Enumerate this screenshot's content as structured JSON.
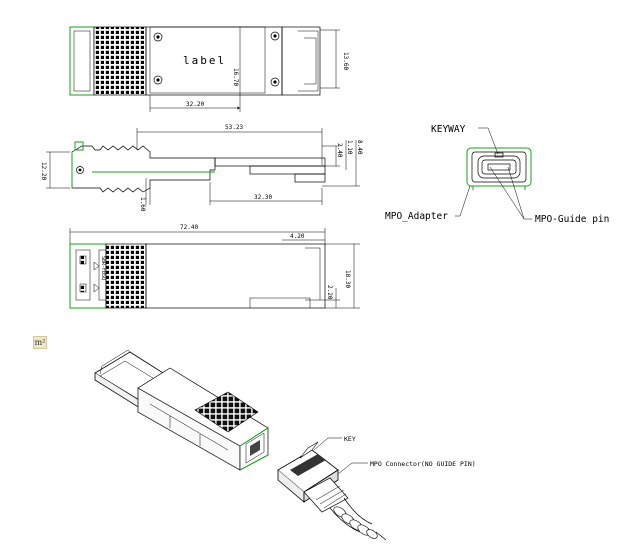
{
  "label_text": "label",
  "top_view": {
    "dim_width": "32.20",
    "dim_height": "16.70",
    "dim_right": "13.60"
  },
  "side_view": {
    "dim_length": "53.23",
    "dim_height": "12.20",
    "dim_a": "2.40",
    "dim_b": "1.10",
    "dim_c": "8.40",
    "dim_d": "1.60",
    "dim_e": "32.30"
  },
  "bottom_view": {
    "dim_total": "72.40",
    "dim_tip": "4.20",
    "dim_right": "18.30",
    "dim_small": "2.20",
    "side_code": "SBR-FBSQ"
  },
  "front_view": {
    "keyway": "KEYWAY",
    "adapter": "MPO_Adapter",
    "guide_pin": "MPO-Guide pin"
  },
  "iso_view": {
    "key": "KEY",
    "connector": "MPO Connector(NO GUIDE PIN)"
  },
  "unit_tag": "m²"
}
